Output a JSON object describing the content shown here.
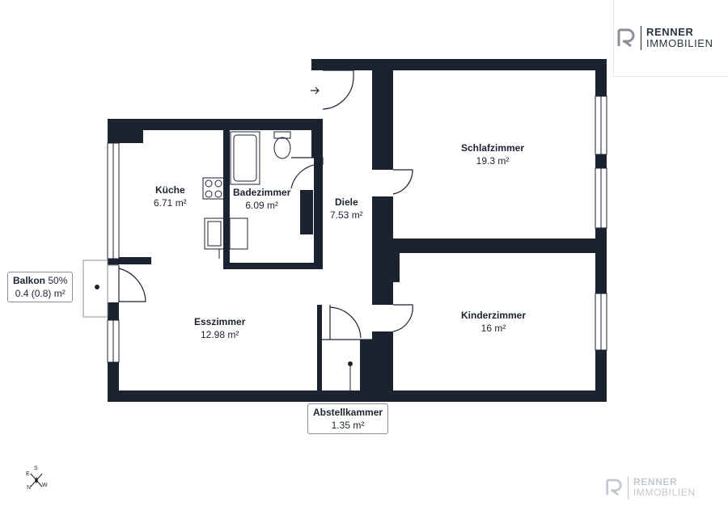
{
  "brand": {
    "name_bold": "RENNER",
    "name_light": "IMMOBILIEN"
  },
  "rooms": [
    {
      "id": "kueche",
      "name": "Küche",
      "area": "6.71 m²"
    },
    {
      "id": "badezimmer",
      "name": "Badezimmer",
      "area": "6.09 m²"
    },
    {
      "id": "diele",
      "name": "Diele",
      "area": "7.53 m²"
    },
    {
      "id": "schlafzimmer",
      "name": "Schlafzimmer",
      "area": "19.3 m²"
    },
    {
      "id": "kinderzimmer",
      "name": "Kinderzimmer",
      "area": "16 m²"
    },
    {
      "id": "esszimmer",
      "name": "Esszimmer",
      "area": "12.98 m²"
    },
    {
      "id": "abstellkammer",
      "name": "Abstellkammer",
      "area": "1.35 m²"
    }
  ],
  "balkon": {
    "name": "Balkon",
    "pct": "50%",
    "area": "0.4 (0.8) m²"
  },
  "compass": {
    "e": "E",
    "s": "S",
    "n": "N",
    "w": "W"
  },
  "colors": {
    "wall": "#1b2230",
    "line": "#1b2230",
    "brand_light": "#c3c8d0"
  }
}
